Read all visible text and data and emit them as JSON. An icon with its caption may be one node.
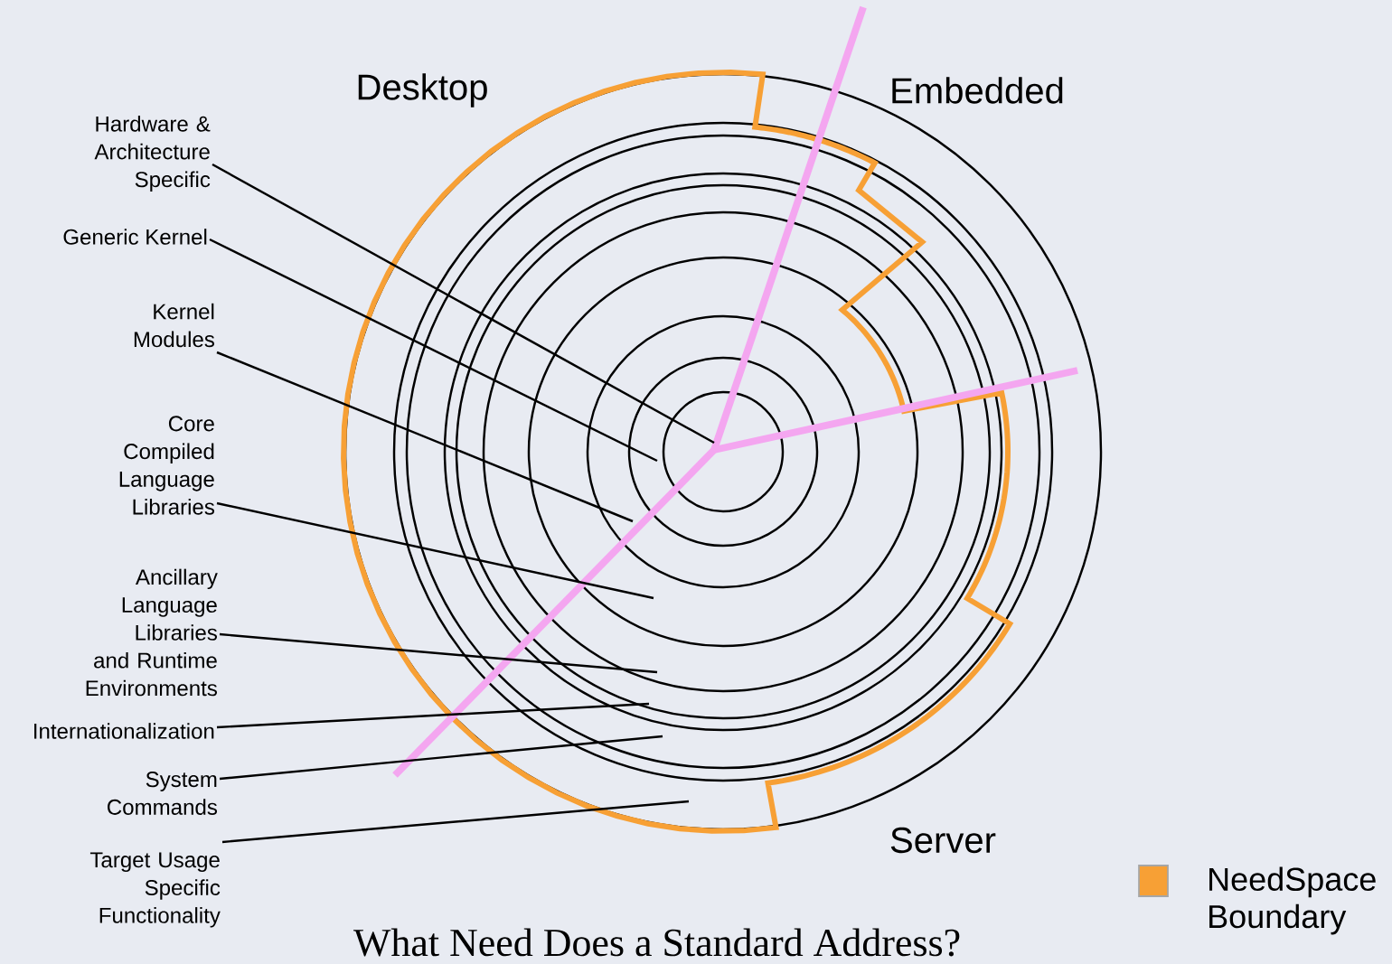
{
  "diagram": {
    "title": "What Need Does a Standard Address?",
    "nodes": [
      {
        "text": [
          "Hardware & Architecture Specific"
        ]
      },
      {
        "text": [
          "Generic Kernel"
        ]
      },
      {
        "text": [
          "Kernel Modules"
        ]
      },
      {
        "text": [
          "Core Compiled Language Libraries"
        ]
      },
      {
        "text": [
          "Ancillary Language Libraries and Runtime Environments"
        ]
      },
      {
        "text": [
          "Internationalization"
        ]
      },
      {
        "text": [
          "System Commands"
        ]
      },
      {
        "text": [
          "Target Usage Specific Functionality"
        ]
      }
    ],
    "edges": [
      {
        "from": 0,
        "to": null,
        "arrow": "none"
      },
      {
        "from": 1,
        "to": null,
        "arrow": "none"
      },
      {
        "from": 2,
        "to": null,
        "arrow": "none"
      },
      {
        "from": 3,
        "to": null,
        "arrow": "none"
      },
      {
        "from": 4,
        "to": null,
        "arrow": "none"
      },
      {
        "from": 5,
        "to": null,
        "arrow": "none"
      },
      {
        "from": 6,
        "to": null,
        "arrow": "none"
      },
      {
        "from": 7,
        "to": null,
        "arrow": "none"
      }
    ],
    "labels": [
      "Desktop",
      "Embedded",
      "Server"
    ],
    "legend": [
      {
        "text": "NeedSpace Boundary",
        "color": "#f7a035"
      }
    ]
  }
}
